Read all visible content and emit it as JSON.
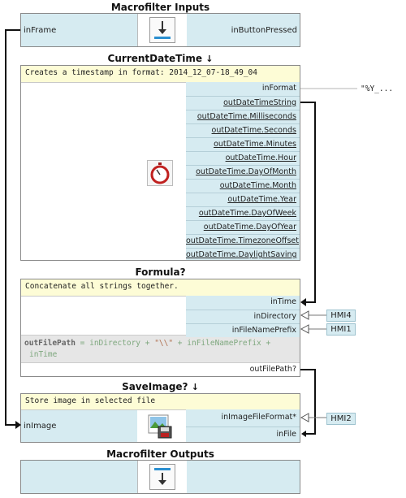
{
  "macro_inputs": {
    "title": "Macrofilter Inputs",
    "left_port": "inFrame",
    "right_port": "inButtonPressed"
  },
  "current_date_time": {
    "title": "CurrentDateTime",
    "description": "Creates a timestamp in format: 2014_12_07-18_49_04",
    "ports": [
      "inFormat",
      "outDateTimeString",
      "outDateTime.Milliseconds",
      "outDateTime.Seconds",
      "outDateTime.Minutes",
      "outDateTime.Hour",
      "outDateTime.DayOfMonth",
      "outDateTime.Month",
      "outDateTime.Year",
      "outDateTime.DayOfWeek",
      "outDateTime.DayOfYear",
      "outDateTime.TimezoneOffset",
      "outDateTime.DaylightSaving"
    ],
    "format_value": "\"%Y_..."
  },
  "formula": {
    "title": "Formula?",
    "description": "Concatenate all strings together.",
    "ports": [
      "inTime",
      "inDirectory",
      "inFileNamePrefix"
    ],
    "expression": {
      "lhs": "outFilePath",
      "eq": " = ",
      "a": "inDirectory",
      "plus1": " + ",
      "str": "\"\\\\\"",
      "plus2": " + ",
      "b": "inFileNamePrefix",
      "plus3": " +",
      "c": "inTime"
    },
    "output_port": "outFilePath?"
  },
  "save_image": {
    "title": "SaveImage?",
    "description": "Store image in selected file",
    "left_port": "inImage",
    "ports": [
      "inImageFileFormat*",
      "inFile"
    ]
  },
  "macro_outputs": {
    "title": "Macrofilter Outputs"
  },
  "hmi": {
    "directory": "HMI4",
    "prefix": "HMI1",
    "format": "HMI2"
  },
  "colors": {
    "port_bg": "#d6ebf1",
    "desc_bg": "#fdfcd6",
    "expr_bg": "#e6e6e6",
    "expr_var": "#7fa87f",
    "expr_string": "#b07050"
  }
}
